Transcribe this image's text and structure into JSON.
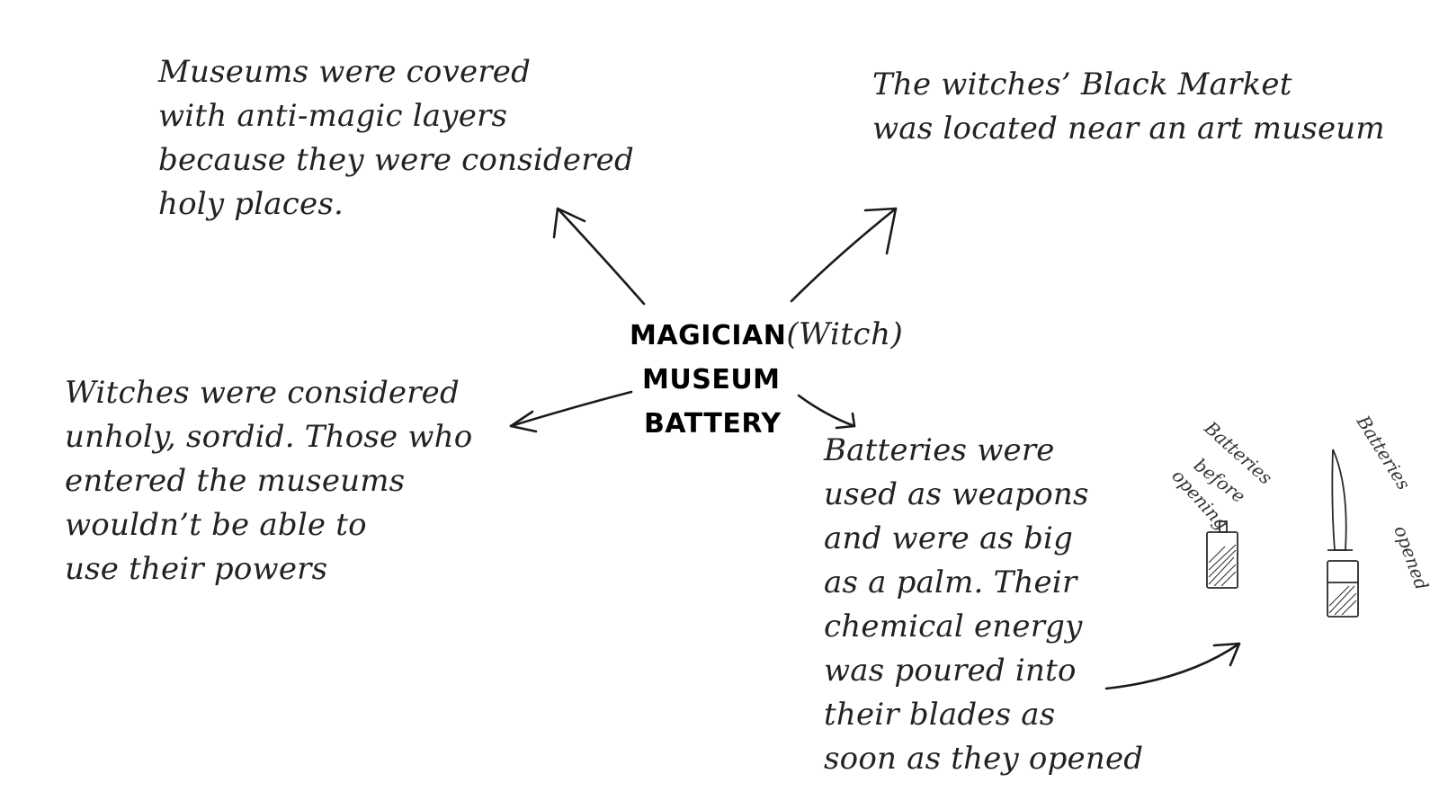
{
  "center": {
    "line1_bold": "MAGICIAN",
    "line1_paren": "(Witch)",
    "line2": "MUSEUM",
    "line3": "BATTERY"
  },
  "notes": {
    "top_left": [
      "Museums were covered",
      "with anti-magic layers",
      "because they were considered",
      "holy places."
    ],
    "top_right": [
      "The witches’ Black Market",
      "was located near an art museum"
    ],
    "middle_left": [
      "Witches were considered",
      "unholy, sordid. Those who",
      "entered the museums",
      "wouldn’t be able to",
      "use their powers"
    ],
    "bottom_right": [
      "Batteries were",
      "used as weapons",
      "and were as big",
      "as a palm. Their",
      "chemical energy",
      "was poured into",
      "their blades as",
      "soon as they opened"
    ]
  },
  "sketch_labels": {
    "before": [
      "Batteries",
      "before",
      "opening"
    ],
    "opened": [
      "Batteries",
      "opened"
    ]
  },
  "colors": {
    "ink": "#1c1c1c",
    "background": "#ffffff"
  }
}
